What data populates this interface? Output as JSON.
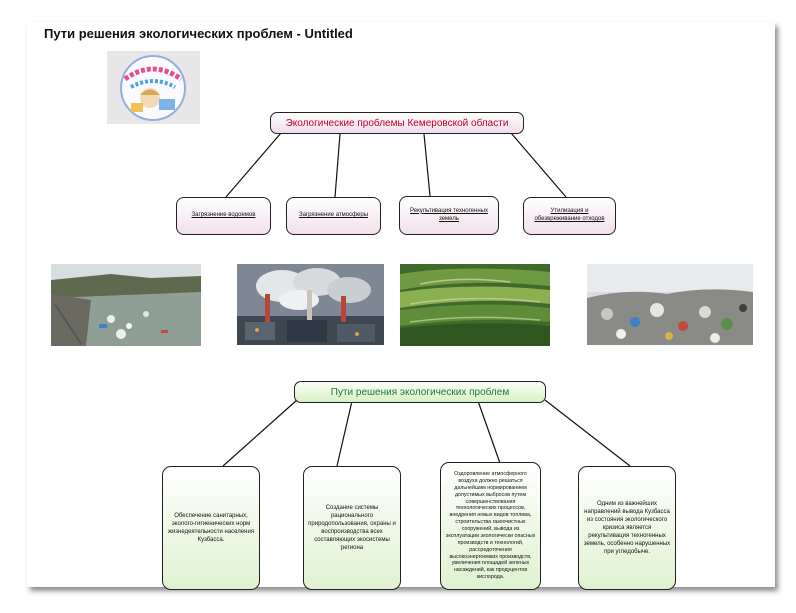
{
  "document": {
    "title": "Пути решения экологических проблем - Untitled"
  },
  "logo": {
    "text": "Любознательные малыши"
  },
  "map1": {
    "root": "Экологические проблемы Кемеровской области",
    "children": [
      "Загрязнение водоемов",
      "Загрязнение атмосферы",
      "Рекультивация техногенных земель",
      "Утилизация и обезвреживание отходов"
    ]
  },
  "photos": [
    {
      "depicts": "polluted-river"
    },
    {
      "depicts": "factory-smoke"
    },
    {
      "depicts": "terraced-green-hills"
    },
    {
      "depicts": "garbage-landfill"
    }
  ],
  "map2": {
    "root": "Пути решения экологических проблем",
    "children": [
      "Обеспечение санитарных, эколого-гигиенических норм жизнедеятельности населения Кузбасса.",
      "Создание системы рационального природопользования, охраны и воспроизводства всех составляющих экосистемы региона",
      "Оздоровление атмосферного воздуха должно решаться дальнейшим нормированием допустимых выбросов путем совершенствования технологических процессов, внедрения новых видов топлива, строительства газоочистных сооружений, вывода из эксплуатации экологически опасных производств и технологий, рассредоточения высокоэнергоемких производств, увеличения площадей зеленых насаждений, как продуцентов кислорода.",
      "Одним из важнейших направлений вывода Кузбасса из состояния экологического кризиса является рекультивация техногенных земель, особенно нарушенных при угледобыче."
    ]
  },
  "colors": {
    "map1_root_text": "#c00020",
    "map2_root_text": "#1d7a35",
    "map1_fill": "#f0dcea",
    "map2_fill": "#d7f0c4"
  }
}
